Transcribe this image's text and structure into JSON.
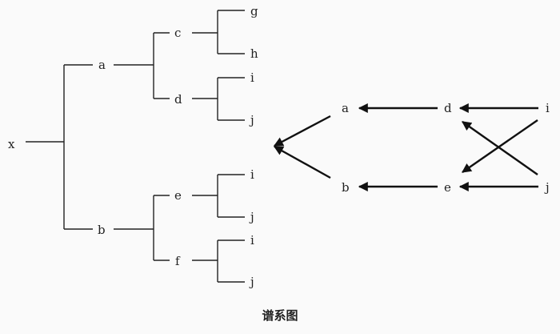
{
  "tree": {
    "root": "x",
    "level1": [
      "a",
      "b"
    ],
    "level2": [
      "c",
      "d",
      "e",
      "f"
    ],
    "leaves": [
      "g",
      "h",
      "i",
      "j",
      "i",
      "j",
      "i",
      "j"
    ]
  },
  "network": {
    "left": [
      "a",
      "b"
    ],
    "middle": [
      "d",
      "e"
    ],
    "right": [
      "i",
      "j"
    ]
  },
  "caption": "谱系图"
}
